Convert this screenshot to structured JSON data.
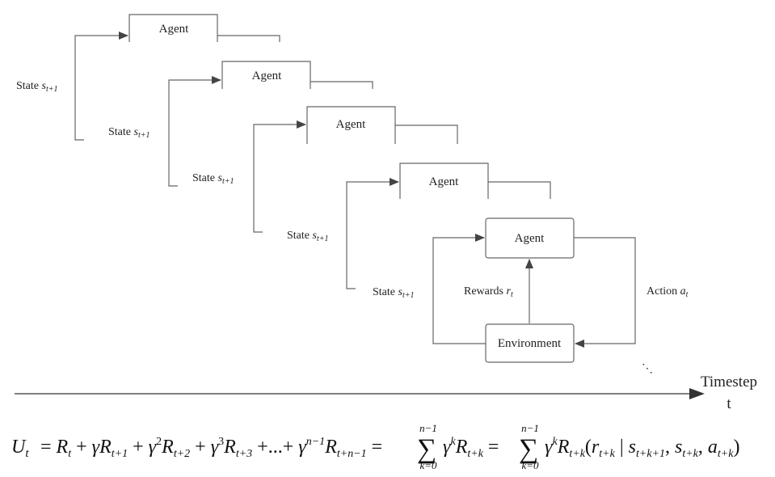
{
  "diagram": {
    "agent_label": "Agent",
    "environment_label": "Environment",
    "state_label": "State",
    "state_symbol": "s",
    "state_subscript": "t+1",
    "rewards_label": "Rewards",
    "rewards_symbol": "r",
    "rewards_subscript": "t",
    "action_label": "Action",
    "action_symbol": "a",
    "action_subscript": "t",
    "ellipsis": "⋱",
    "timestep_label_line1": "Timestep",
    "timestep_label_line2": "t"
  },
  "equation": {
    "lhs": "U",
    "lhs_sub": "t",
    "sum_upper": "n−1",
    "sum_lower": "k=0"
  },
  "colors": {
    "stroke": "#555555",
    "text": "#222222",
    "background": "#ffffff"
  }
}
